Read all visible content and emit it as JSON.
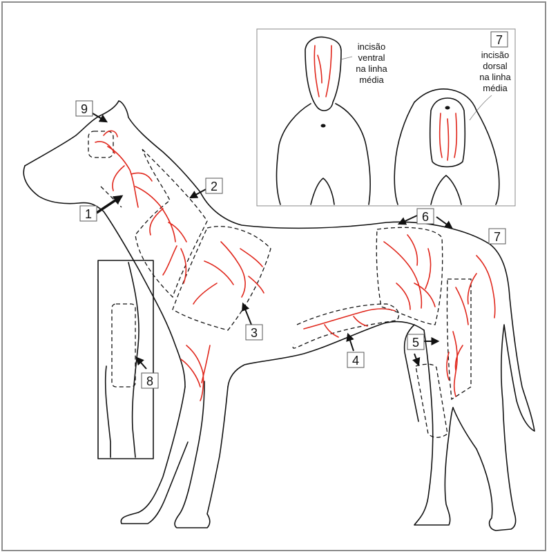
{
  "colors": {
    "vessel": "#e0261b",
    "outline": "#111111",
    "frame": "#8c8c8c"
  },
  "labels": {
    "n1": "1",
    "n2": "2",
    "n3": "3",
    "n4": "4",
    "n5": "5",
    "n6": "6",
    "n7": "7",
    "n7_inset": "7",
    "n8": "8",
    "n9": "9"
  },
  "inset": {
    "ventral": [
      "incisão",
      "ventral",
      "na linha",
      "média"
    ],
    "dorsal": [
      "incisão",
      "dorsal",
      "na linha",
      "média"
    ]
  }
}
